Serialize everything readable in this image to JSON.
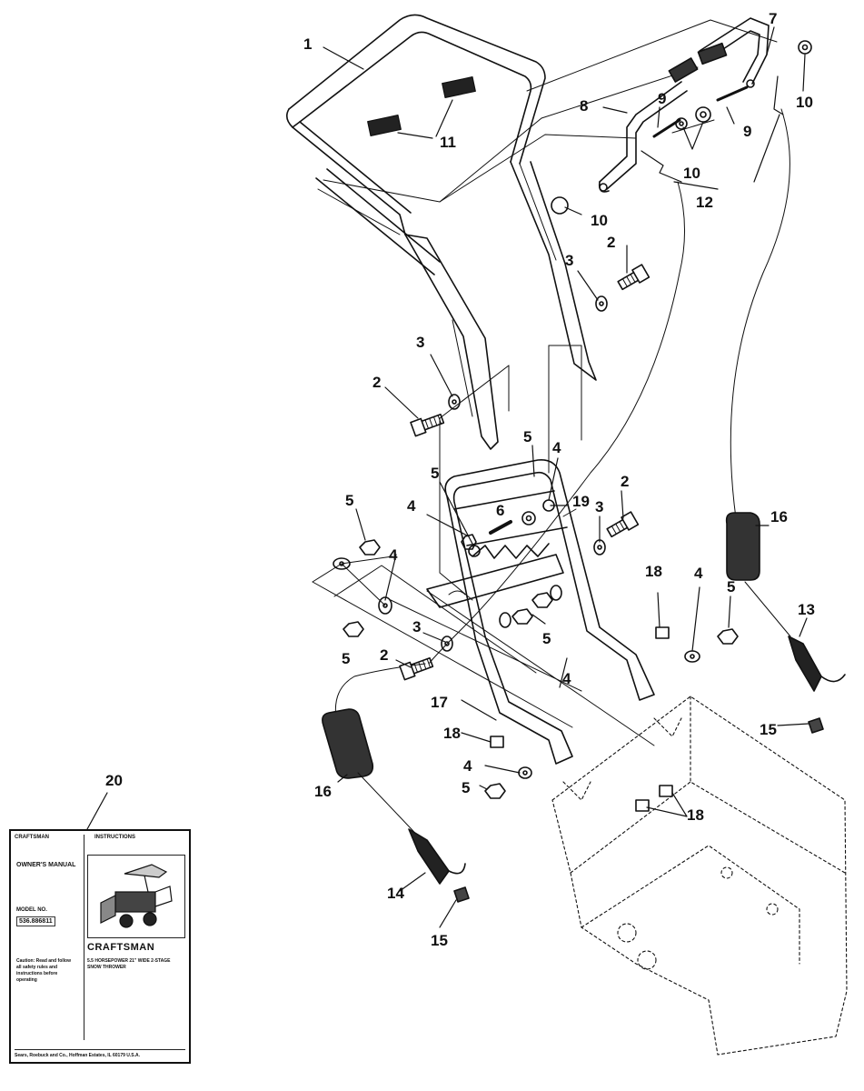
{
  "callouts": [
    {
      "id": "c1a",
      "text": "1"
    },
    {
      "id": "c2a",
      "text": "2"
    },
    {
      "id": "c2b",
      "text": "2"
    },
    {
      "id": "c2c",
      "text": "2"
    },
    {
      "id": "c2d",
      "text": "2"
    },
    {
      "id": "c3a",
      "text": "3"
    },
    {
      "id": "c3b",
      "text": "3"
    },
    {
      "id": "c3c",
      "text": "3"
    },
    {
      "id": "c3d",
      "text": "3"
    },
    {
      "id": "c4a",
      "text": "4"
    },
    {
      "id": "c4b",
      "text": "4"
    },
    {
      "id": "c4c",
      "text": "4"
    },
    {
      "id": "c4d",
      "text": "4"
    },
    {
      "id": "c4e",
      "text": "4"
    },
    {
      "id": "c4f",
      "text": "4"
    },
    {
      "id": "c5a",
      "text": "5"
    },
    {
      "id": "c5b",
      "text": "5"
    },
    {
      "id": "c5c",
      "text": "5"
    },
    {
      "id": "c5d",
      "text": "5"
    },
    {
      "id": "c5e",
      "text": "5"
    },
    {
      "id": "c5f",
      "text": "5"
    },
    {
      "id": "c5g",
      "text": "5"
    },
    {
      "id": "c6a",
      "text": "6"
    },
    {
      "id": "c7a",
      "text": "7"
    },
    {
      "id": "c8a",
      "text": "8"
    },
    {
      "id": "c9a",
      "text": "9"
    },
    {
      "id": "c9b",
      "text": "9"
    },
    {
      "id": "c10a",
      "text": "10"
    },
    {
      "id": "c10b",
      "text": "10"
    },
    {
      "id": "c10c",
      "text": "10"
    },
    {
      "id": "c11a",
      "text": "11"
    },
    {
      "id": "c12a",
      "text": "12"
    },
    {
      "id": "c13a",
      "text": "13"
    },
    {
      "id": "c14a",
      "text": "14"
    },
    {
      "id": "c15a",
      "text": "15"
    },
    {
      "id": "c15b",
      "text": "15"
    },
    {
      "id": "c16a",
      "text": "16"
    },
    {
      "id": "c16b",
      "text": "16"
    },
    {
      "id": "c17a",
      "text": "17"
    },
    {
      "id": "c18a",
      "text": "18"
    },
    {
      "id": "c18b",
      "text": "18"
    },
    {
      "id": "c18c",
      "text": "18"
    },
    {
      "id": "c19a",
      "text": "19"
    },
    {
      "id": "c20a",
      "text": "20"
    }
  ],
  "manual": {
    "header_left": "CRAFTSMAN",
    "header_right": "INSTRUCTIONS",
    "owners": "OWNER'S MANUAL",
    "model_label": "MODEL NO.",
    "model_number": "536.886811",
    "brand": "CRAFTSMAN",
    "caution": "Caution: Read and follow all safety rules and instructions before operating",
    "description": "5.5 HORSEPOWER 21\" WIDE 2-STAGE SNOW THROWER",
    "footer": "Sears, Roebuck and Co., Hoffman Estates, IL 60179 U.S.A."
  }
}
